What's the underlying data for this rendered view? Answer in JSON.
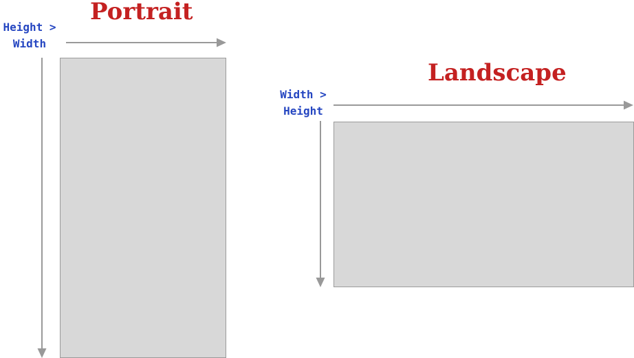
{
  "portrait": {
    "title": "Portrait",
    "note_line1": "Height >",
    "note_line2": "Width"
  },
  "landscape": {
    "title": "Landscape",
    "note_line1": "Width >",
    "note_line2": "Height"
  },
  "colors": {
    "title": "#c42121",
    "note": "#2546c1",
    "shape_fill": "#d8d8d8",
    "arrow": "#999999"
  }
}
